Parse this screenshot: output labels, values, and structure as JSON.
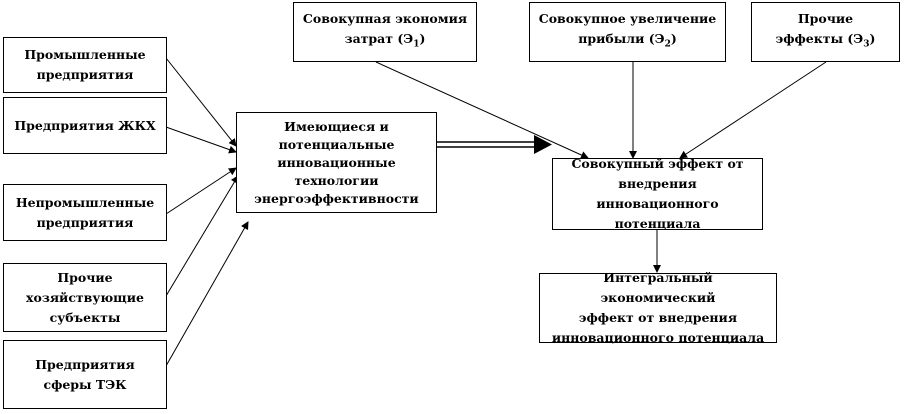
{
  "left_boxes": [
    {
      "lines": [
        "Промышленные",
        "предприятия"
      ]
    },
    {
      "lines": [
        "Предприятия ЖКХ"
      ]
    },
    {
      "lines": [
        "Непромышленные",
        "предприятия"
      ]
    },
    {
      "lines": [
        "Прочие",
        "хозяйствующие",
        "субъекты"
      ]
    },
    {
      "lines": [
        "Предприятия",
        "сферы ТЭК"
      ]
    }
  ],
  "center_box": {
    "lines": [
      "Имеющиеся и",
      "потенциальные",
      "инновационные",
      "технологии",
      "энергоэффективности"
    ]
  },
  "top_boxes": [
    {
      "line1": "Совокупная экономия",
      "line2_prefix": "затрат (Э",
      "sub": "1",
      "line2_suffix": ")"
    },
    {
      "line1": "Совокупное увеличение",
      "line2_prefix": "прибыли (Э",
      "sub": "2",
      "line2_suffix": ")"
    },
    {
      "line1": "Прочие",
      "line2_prefix": "эффекты (Э",
      "sub": "3",
      "line2_suffix": ")"
    }
  ],
  "total_effect_box": {
    "lines": [
      "Совокупный эффект от",
      "внедрения инновационного",
      "потенциала"
    ]
  },
  "integral_box": {
    "lines": [
      "Интегральный экономический",
      "эффект от внедрения",
      "инновационного потенциала"
    ]
  }
}
